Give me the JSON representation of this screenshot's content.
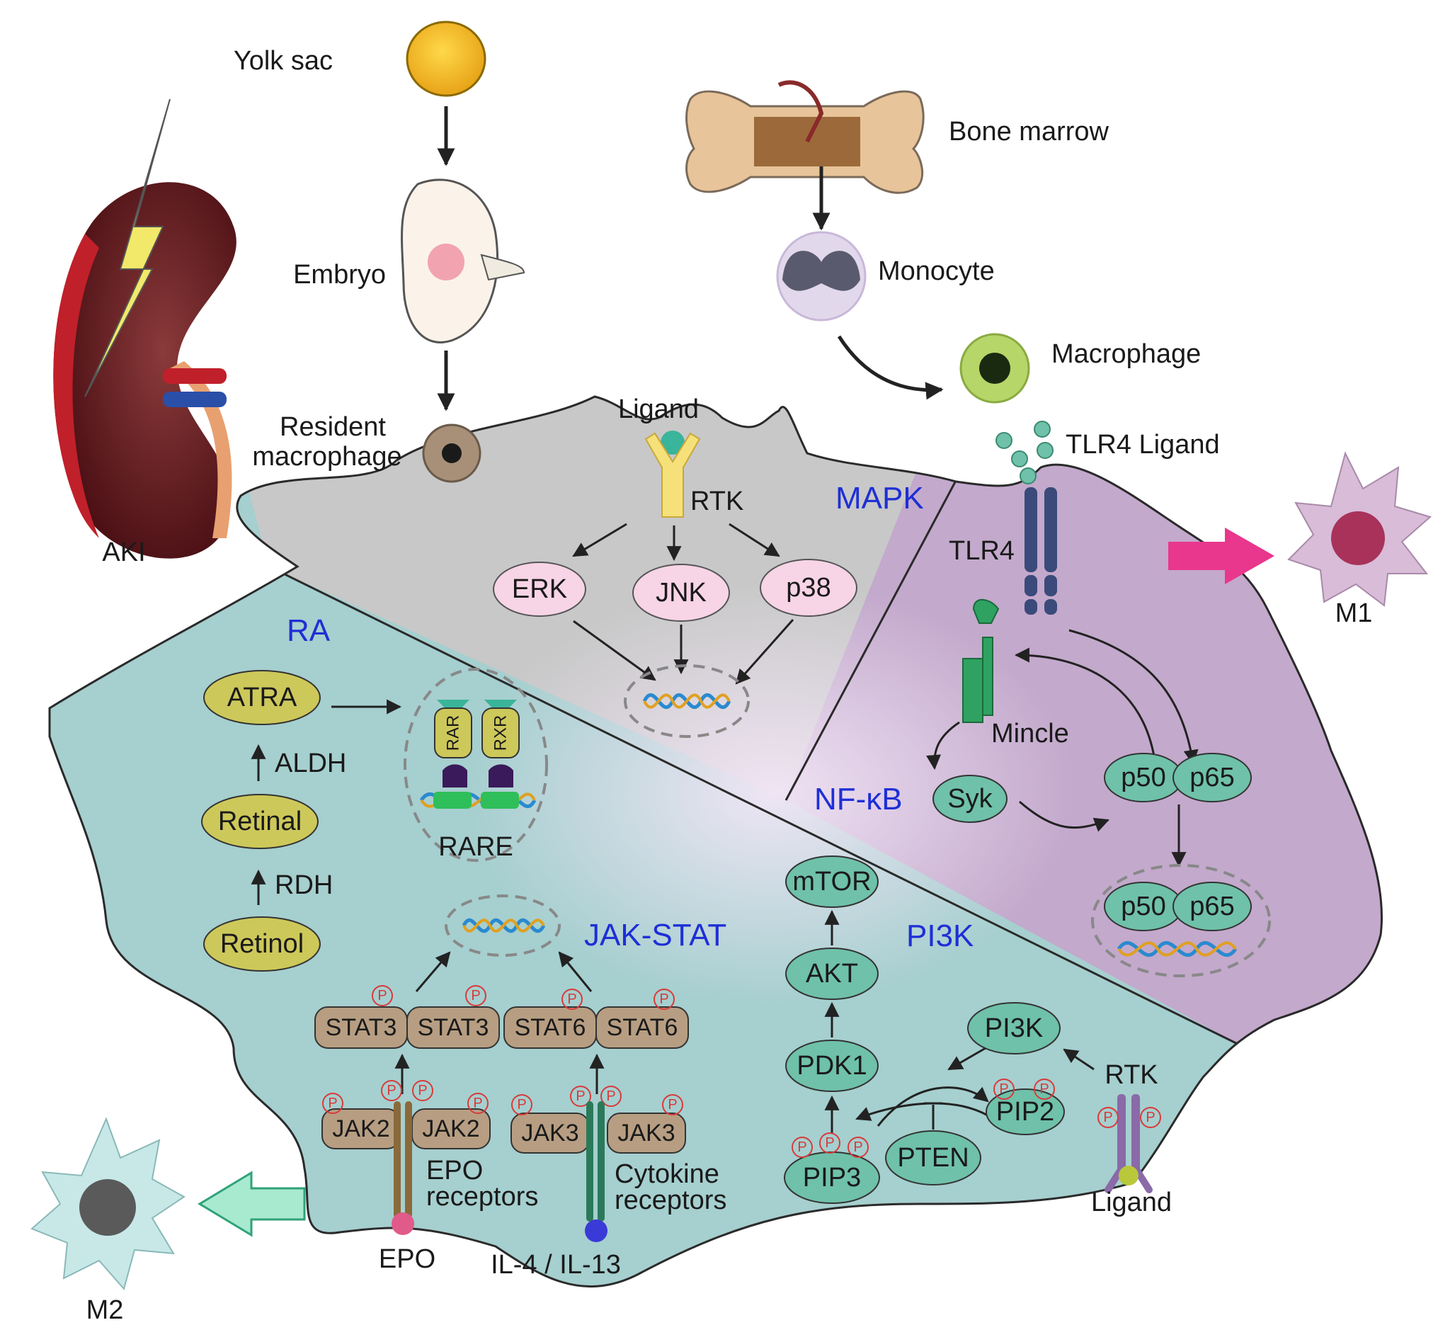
{
  "kidney": {
    "label": "AKI"
  },
  "origin": {
    "yolk_sac": "Yolk sac",
    "embryo": "Embryo",
    "resident_macrophage_line1": "Resident",
    "resident_macrophage_line2": "macrophage",
    "bone_marrow": "Bone marrow",
    "monocyte": "Monocyte",
    "macrophage": "Macrophage"
  },
  "mapk": {
    "title": "MAPK",
    "ligand": "Ligand",
    "receptor": "RTK",
    "nodes": [
      "ERK",
      "JNK",
      "p38"
    ]
  },
  "nfkb": {
    "title": "NF-κB",
    "tlr4_ligand": "TLR4 Ligand",
    "tlr4": "TLR4",
    "mincle": "Mincle",
    "syk": "Syk",
    "p50": "p50",
    "p65": "p65",
    "outcome": "M1"
  },
  "ra": {
    "title": "RA",
    "atra": "ATRA",
    "aldh": "ALDH",
    "retinal": "Retinal",
    "rdh": "RDH",
    "retinol": "Retinol",
    "rar": "RAR",
    "rxr": "RXR",
    "rare": "RARE"
  },
  "jakstat": {
    "title": "JAK-STAT",
    "stat3": "STAT3",
    "stat6": "STAT6",
    "jak2": "JAK2",
    "jak3": "JAK3",
    "epo_receptors_line1": "EPO",
    "epo_receptors_line2": "receptors",
    "cytokine_receptors_line1": "Cytokine",
    "cytokine_receptors_line2": "receptors",
    "epo": "EPO",
    "il": "IL-4 / IL-13",
    "outcome": "M2",
    "phospho": "P"
  },
  "pi3k": {
    "title": "PI3K",
    "mtor": "mTOR",
    "akt": "AKT",
    "pdk1": "PDK1",
    "pi3k": "PI3K",
    "pip2": "PIP2",
    "pip3": "PIP3",
    "pten": "PTEN",
    "receptor": "RTK",
    "ligand": "Ligand"
  },
  "colors": {
    "mapk_region": "#c8c8c8",
    "nfkb_region": "#c3a9cc",
    "teal_region": "#a6cfcf",
    "mapk_node": "#f7d4e6",
    "teal_node": "#6fc1a9",
    "yellow_node": "#cdc85a",
    "stat_node": "#b79e82",
    "pathway_label": "#1e2fd6",
    "phospho": "#d93a3a"
  }
}
